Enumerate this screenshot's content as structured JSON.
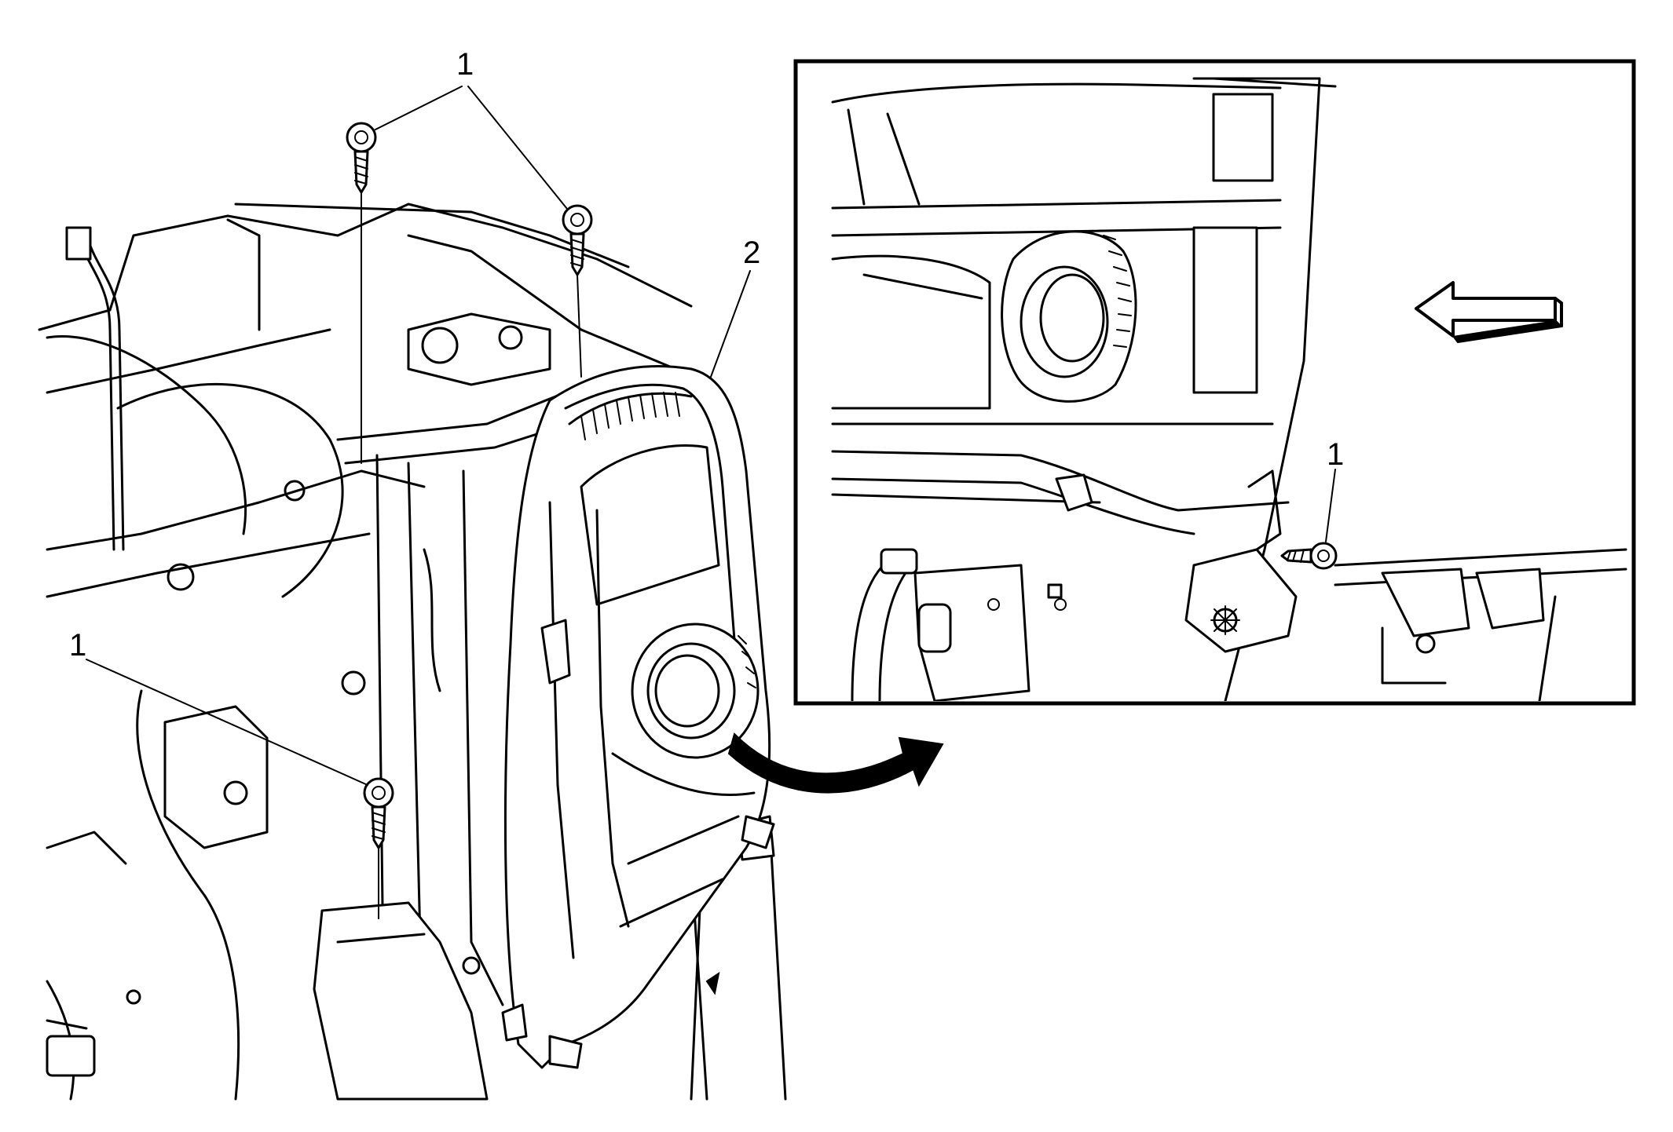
{
  "callouts": {
    "top_fasteners_label": "1",
    "headlamp_label": "2",
    "lower_fastener_label": "1",
    "inset_fastener_label": "1"
  },
  "icons": {
    "view_arrow": "left-arrow-icon",
    "transition_arrow": "curved-arrow-icon",
    "bolt": "bolt-icon"
  },
  "colors": {
    "line": "#000000",
    "background": "#ffffff"
  }
}
